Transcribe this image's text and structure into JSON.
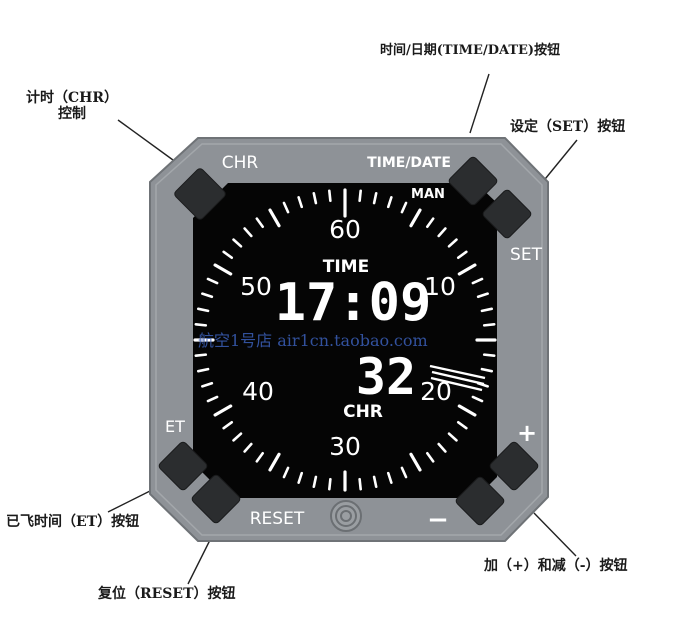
{
  "callouts": {
    "chr_control": [
      "计时（CHR）",
      "控制"
    ],
    "time_date_button": "时间/日期(TIME/DATE)按钮",
    "set_button": "设定（SET）按钮",
    "et_button": "已飞时间（ET）按钮",
    "reset_button": "复位（RESET）按钮",
    "plus_minus_button": "加（+）和减（-）按钮"
  },
  "panel_labels": {
    "chr": "CHR",
    "time_date": "TIME/DATE",
    "set": "SET",
    "et": "ET",
    "reset": "RESET",
    "plus": "+",
    "minus": "−"
  },
  "display": {
    "man": "MAN",
    "time_label": "TIME",
    "time_value": "17:09",
    "chr_value": "32",
    "chr_label": "CHR",
    "dial_numbers": [
      "60",
      "10",
      "20",
      "30",
      "40",
      "50"
    ]
  },
  "watermark": "航空1号店 air1cn.taobao.com",
  "colors": {
    "bezel": "#8e9297",
    "lcd": "#050505",
    "button": "#2b2d2f",
    "watermark": "#3a5fb8"
  }
}
